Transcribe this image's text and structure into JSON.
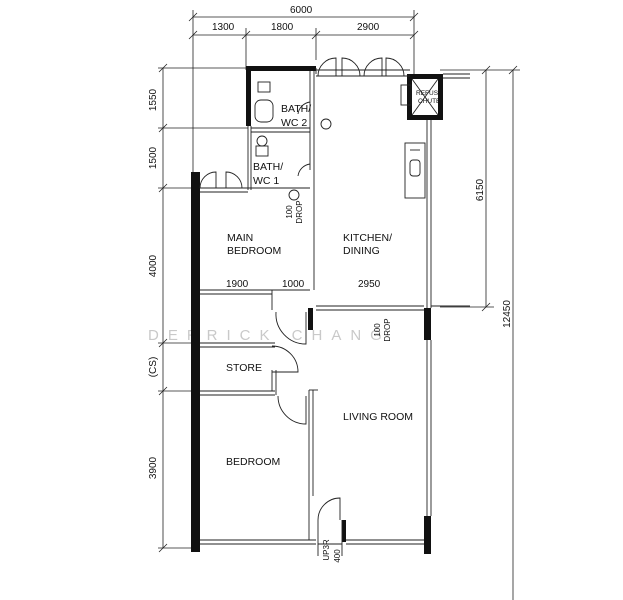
{
  "dimensions": {
    "top_total": "6000",
    "top_segments": [
      "1300",
      "1800",
      "2900"
    ],
    "left_segments": [
      "1550",
      "1500",
      "4000",
      "(CS)",
      "3900"
    ],
    "right_upper": "6150",
    "right_total": "12450",
    "mid_segments": [
      "1900",
      "1000",
      "2950"
    ]
  },
  "rooms": {
    "bath2": [
      "BATH/",
      "WC 2"
    ],
    "bath1": [
      "BATH/",
      "WC 1"
    ],
    "main_bedroom": [
      "MAIN",
      "BEDROOM"
    ],
    "kitchen": [
      "KITCHEN/",
      "DINING"
    ],
    "store": "STORE",
    "living": "LIVING ROOM",
    "bedroom": "BEDROOM"
  },
  "refuse_chute": [
    "REFUSE",
    "CHUTE"
  ],
  "drops": {
    "drop_a": [
      "100",
      "DROP"
    ],
    "drop_b": [
      "100",
      "DROP"
    ]
  },
  "entrance": [
    "UP3R",
    "400"
  ],
  "watermark": "DERRICK CHANG"
}
